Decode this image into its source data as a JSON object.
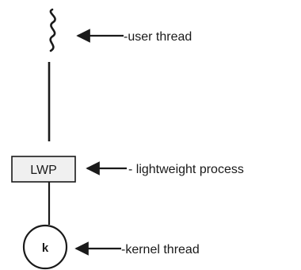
{
  "diagram": {
    "labels": {
      "user_thread": "-user thread",
      "lightweight_process": "- lightweight process",
      "kernel_thread": "-kernel thread"
    },
    "lwp_box_text": "LWP",
    "kernel_circle_text": "k"
  },
  "colors": {
    "stroke": "#1a1a1a",
    "box_fill": "#f0f0f0",
    "background": "#ffffff"
  },
  "icons": {
    "user_thread": "squiggle-icon"
  }
}
